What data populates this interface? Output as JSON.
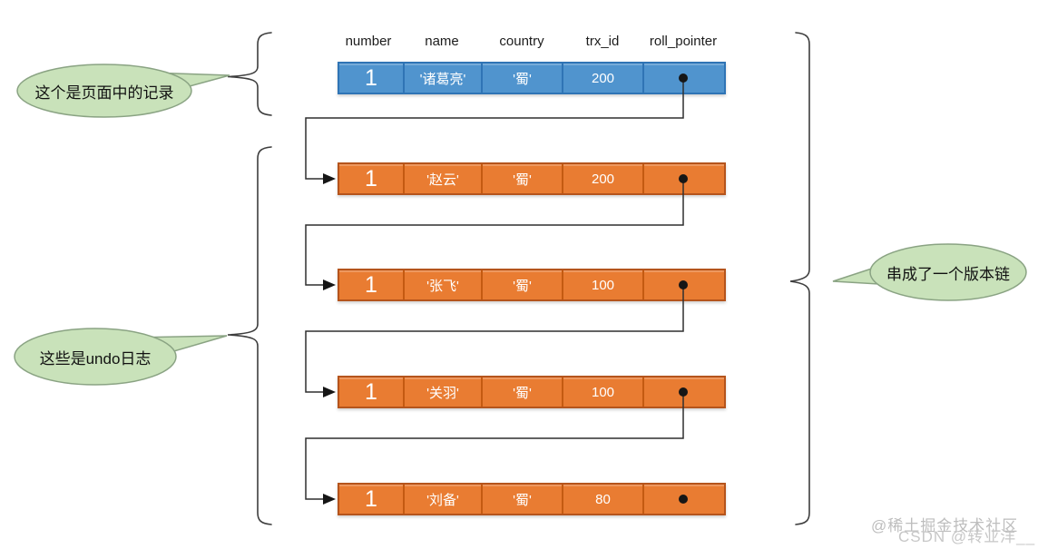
{
  "headers": {
    "number": "number",
    "name": "name",
    "country": "country",
    "trx_id": "trx_id",
    "roll_pointer": "roll_pointer"
  },
  "record": {
    "number": "1",
    "name": "'诸葛亮'",
    "country": "'蜀'",
    "trx_id": "200"
  },
  "undo_logs": [
    {
      "number": "1",
      "name": "'赵云'",
      "country": "'蜀'",
      "trx_id": "200"
    },
    {
      "number": "1",
      "name": "'张飞'",
      "country": "'蜀'",
      "trx_id": "100"
    },
    {
      "number": "1",
      "name": "'关羽'",
      "country": "'蜀'",
      "trx_id": "100"
    },
    {
      "number": "1",
      "name": "'刘备'",
      "country": "'蜀'",
      "trx_id": "80"
    }
  ],
  "callouts": {
    "page_record": "这个是页面中的记录",
    "undo_logs": "这些是undo日志",
    "version_chain": "串成了一个版本链"
  },
  "watermarks": {
    "juejin": "@稀土掘金技术社区",
    "csdn": "CSDN @转业洋__"
  },
  "colors": {
    "page_row": "#5094CE",
    "undo_row": "#E97C32",
    "callout_fill": "#C9E2BA",
    "line": "#2f2f2f"
  }
}
